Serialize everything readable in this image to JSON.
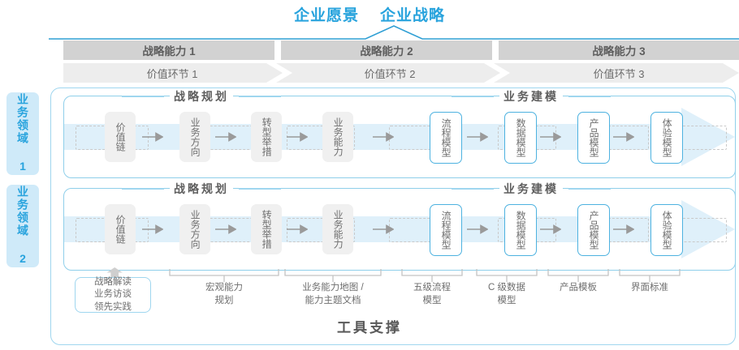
{
  "header": {
    "vision_label": "企业愿景",
    "strategy_label": "企业战略"
  },
  "capabilities": [
    {
      "label": "战略能力 1"
    },
    {
      "label": "战略能力 2"
    },
    {
      "label": "战略能力 3"
    }
  ],
  "value_chain": [
    {
      "label": "价值环节 1"
    },
    {
      "label": "价值环节 2"
    },
    {
      "label": "价值环节 3"
    }
  ],
  "domains": [
    {
      "label": "业务领域 1"
    },
    {
      "label": "业务领域 2"
    }
  ],
  "sections": {
    "planning_title": "战略规划",
    "modeling_title": "业务建模"
  },
  "nodes": {
    "planning": [
      {
        "label": "价值链"
      },
      {
        "label": "业务方向"
      },
      {
        "label": "转型举措"
      },
      {
        "label": "业务能力"
      }
    ],
    "modeling": [
      {
        "label": "流程模型"
      },
      {
        "label": "数据模型"
      },
      {
        "label": "产品模型"
      },
      {
        "label": "体验模型"
      }
    ]
  },
  "tools": {
    "title": "工具支撑",
    "items": [
      {
        "label": "战略解读\n业务访谈\n领先实践",
        "boxed": true
      },
      {
        "label": "宏观能力\n规划",
        "boxed": false
      },
      {
        "label": "业务能力地图 /\n能力主题文档",
        "boxed": false
      },
      {
        "label": "五级流程\n模型",
        "boxed": false
      },
      {
        "label": "C 级数据\n模型",
        "boxed": false
      },
      {
        "label": "产品模板",
        "boxed": false
      },
      {
        "label": "界面标准",
        "boxed": false
      }
    ]
  },
  "colors": {
    "accent_blue": "#28a3dd",
    "light_blue": "#cfeaf9",
    "band_grey": "#d2d2d2",
    "strip_grey": "#ededed",
    "node_grey": "#f0f0f0",
    "text_grey": "#6e6e6e"
  }
}
